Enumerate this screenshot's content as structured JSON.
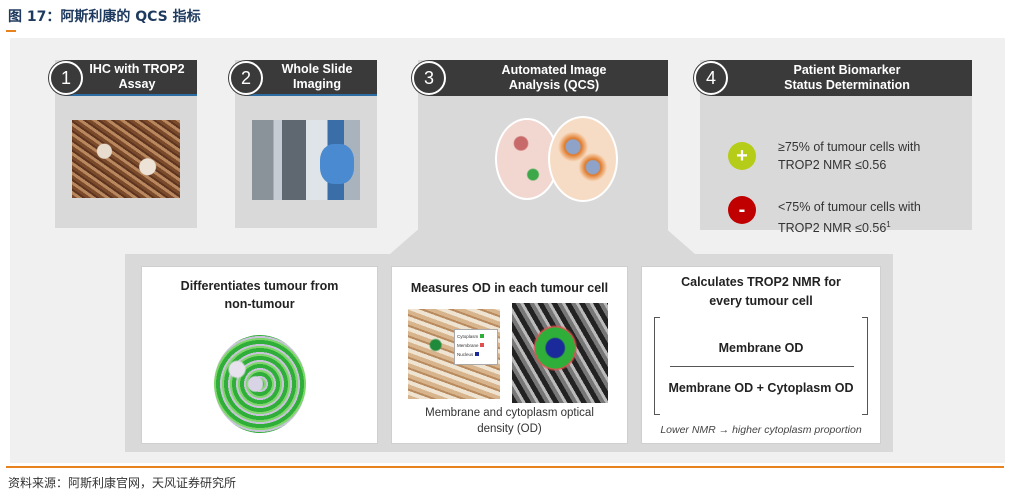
{
  "figure_title": "图 17：阿斯利康的 QCS 指标",
  "source": "资料来源：阿斯利康官网，天风证券研究所",
  "steps": [
    {
      "num": "1",
      "title": "IHC with TROP2 Assay"
    },
    {
      "num": "2",
      "title": "Whole Slide Imaging"
    },
    {
      "num": "3",
      "title": "Automated Image Analysis (QCS)"
    },
    {
      "num": "4",
      "title": "Patient Biomarker Status Determination"
    }
  ],
  "status": {
    "positive_symbol": "+",
    "positive_line1": "≥75% of tumour cells with",
    "positive_line2": "TROP2 NMR ≤0.56",
    "negative_symbol": "-",
    "negative_line1": "<75% of tumour cells with",
    "negative_line2": "TROP2 NMR ≤0.56",
    "negative_footnote": "1"
  },
  "qcs": {
    "differentiate_line1": "Differentiates tumour from",
    "differentiate_line2": "non-tumour",
    "measure_title": "Measures OD in each tumour cell",
    "measure_caption_line1": "Membrane and cytoplasm optical",
    "measure_caption_line2": "density (OD)",
    "legend": [
      "Cytoplasm",
      "Membrane",
      "Nucleus"
    ],
    "calc_line1": "Calculates TROP2 NMR for",
    "calc_line2": "every tumour cell",
    "numerator": "Membrane OD",
    "denominator": "Membrane OD + Cytoplasm OD",
    "note": "Lower NMR → higher cytoplasm proportion"
  },
  "colors": {
    "positive": "#b5cc18",
    "negative": "#c00000",
    "accent": "#e8821e",
    "header": "#3a3a3a"
  }
}
